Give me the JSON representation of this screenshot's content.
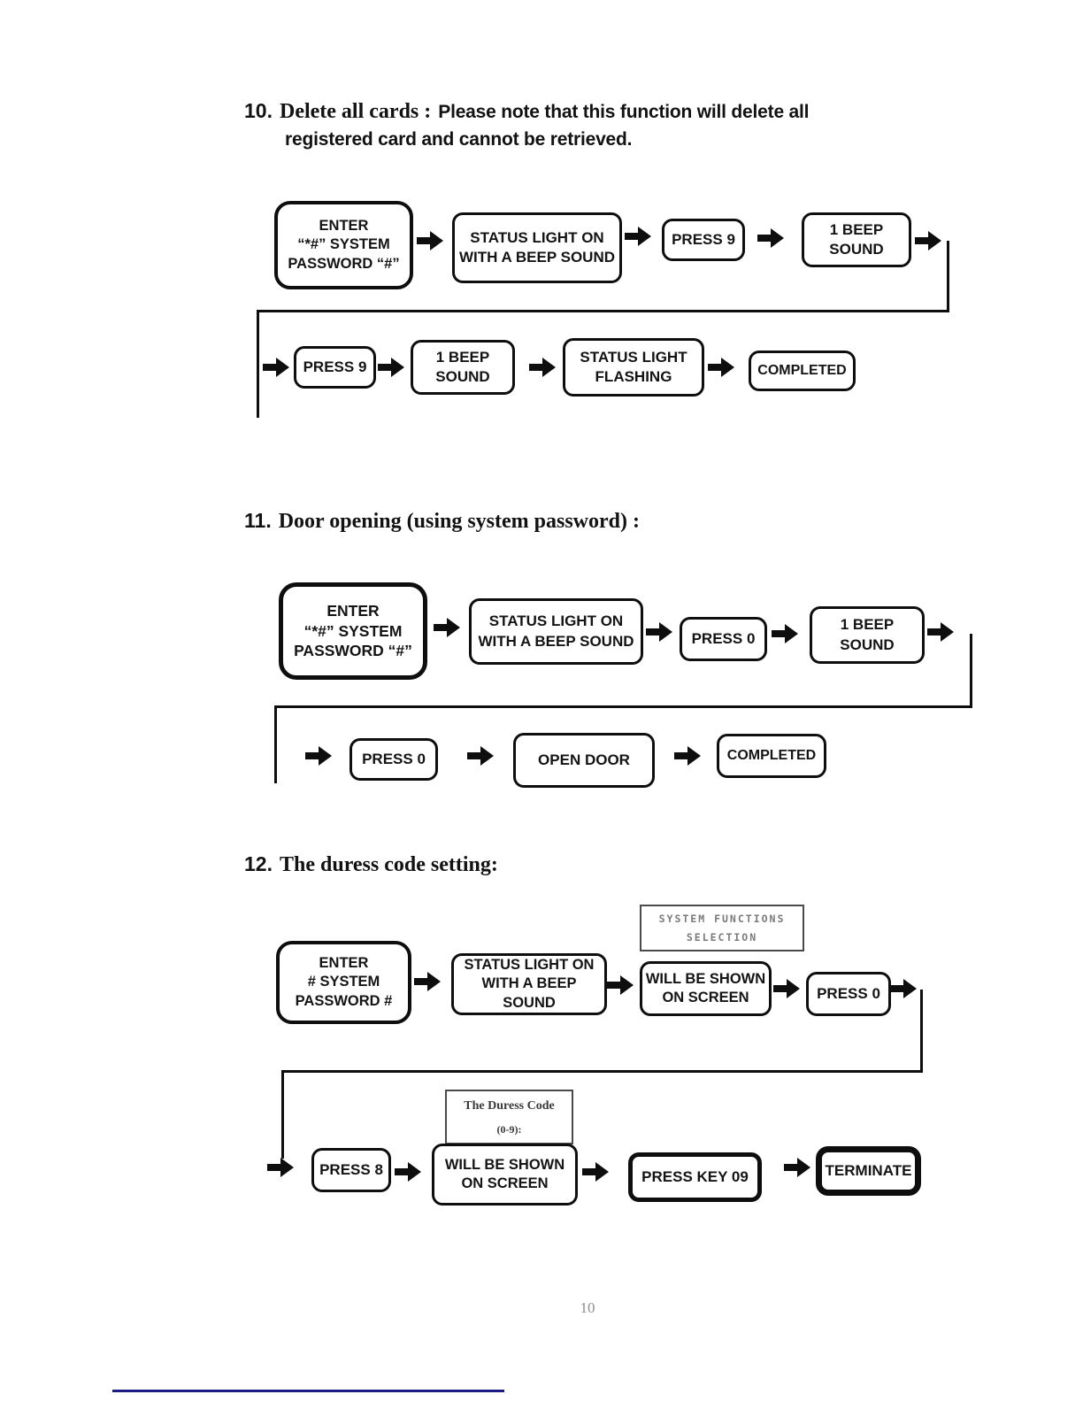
{
  "page": {
    "number": "10"
  },
  "sections": [
    {
      "heading": {
        "number": "10.",
        "serif": "Delete all cards :",
        "sans": "Please note that this function will delete all",
        "line2": "registered card and cannot be retrieved."
      },
      "rows": [
        {
          "nodes": [
            {
              "lines": [
                "ENTER",
                "“*#” SYSTEM",
                "PASSWORD “#”"
              ]
            },
            {
              "lines": [
                "STATUS LIGHT ON",
                "WITH A BEEP SOUND"
              ]
            },
            {
              "lines": [
                "PRESS 9"
              ]
            },
            {
              "lines": [
                "1 BEEP",
                "SOUND"
              ]
            }
          ]
        },
        {
          "nodes": [
            {
              "lines": [
                "PRESS 9"
              ]
            },
            {
              "lines": [
                "1 BEEP",
                "SOUND"
              ]
            },
            {
              "lines": [
                "STATUS LIGHT",
                "FLASHING"
              ]
            },
            {
              "lines": [
                "COMPLETED"
              ]
            }
          ]
        }
      ]
    },
    {
      "heading": {
        "number": "11.",
        "serif": "Door opening (using system password) :"
      },
      "rows": [
        {
          "nodes": [
            {
              "lines": [
                "ENTER",
                "“*#” SYSTEM",
                "PASSWORD “#”"
              ]
            },
            {
              "lines": [
                "STATUS LIGHT ON",
                "WITH A BEEP SOUND"
              ]
            },
            {
              "lines": [
                "PRESS 0"
              ]
            },
            {
              "lines": [
                "1 BEEP",
                "SOUND"
              ]
            }
          ]
        },
        {
          "nodes": [
            {
              "lines": [
                "PRESS 0"
              ]
            },
            {
              "lines": [
                "OPEN DOOR"
              ]
            },
            {
              "lines": [
                "COMPLETED"
              ]
            }
          ]
        }
      ]
    },
    {
      "heading": {
        "number": "12.",
        "serif": "The duress code setting:"
      },
      "notes": [
        {
          "lines": [
            "SYSTEM FUNCTIONS",
            "SELECTION"
          ]
        },
        {
          "lines": [
            "The Duress Code",
            "(0-9):"
          ]
        }
      ],
      "rows": [
        {
          "nodes": [
            {
              "lines": [
                "ENTER",
                "#  SYSTEM",
                "PASSWORD  #"
              ]
            },
            {
              "lines": [
                "STATUS LIGHT ON",
                "WITH A BEEP SOUND"
              ]
            },
            {
              "lines": [
                "WILL BE SHOWN",
                "ON SCREEN"
              ]
            },
            {
              "lines": [
                "PRESS 0"
              ]
            }
          ]
        },
        {
          "nodes": [
            {
              "lines": [
                "PRESS 8"
              ]
            },
            {
              "lines": [
                "WILL BE SHOWN",
                "ON SCREEN"
              ]
            },
            {
              "lines": [
                "PRESS KEY 09"
              ]
            },
            {
              "lines": [
                "TERMINATE"
              ]
            }
          ]
        }
      ]
    }
  ]
}
